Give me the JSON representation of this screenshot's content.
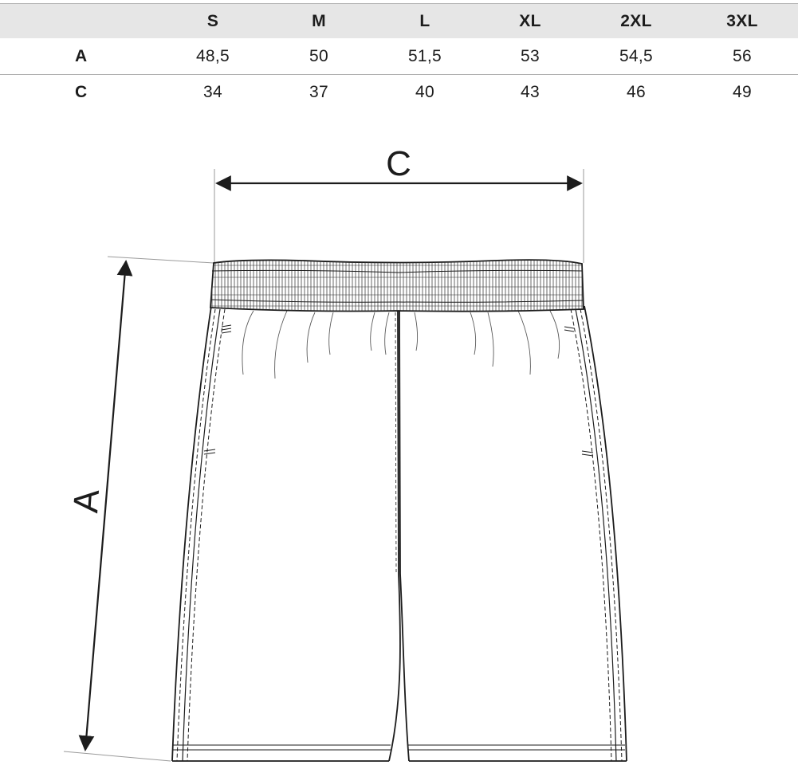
{
  "table": {
    "columns": [
      "S",
      "M",
      "L",
      "XL",
      "2XL",
      "3XL"
    ],
    "rows": [
      {
        "label": "A",
        "values": [
          "48,5",
          "50",
          "51,5",
          "53",
          "54,5",
          "56"
        ]
      },
      {
        "label": "C",
        "values": [
          "34",
          "37",
          "40",
          "43",
          "46",
          "49"
        ]
      }
    ]
  },
  "diagram": {
    "width_label": "C",
    "length_label": "A",
    "line_color": "#1c1c1c",
    "header_bg": "#e6e6e6"
  }
}
